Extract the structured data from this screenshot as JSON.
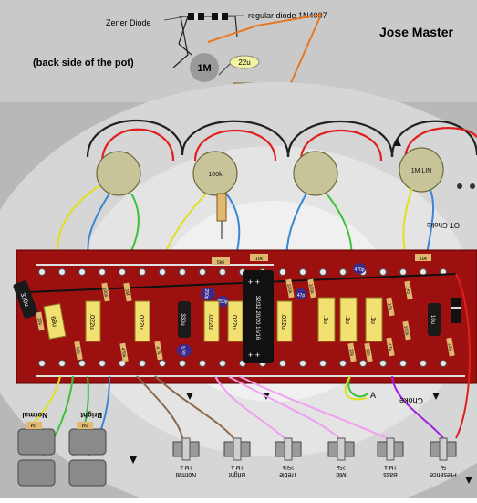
{
  "header": {
    "title": "Jose Master",
    "zener_label": "Zener Diode",
    "regular_diode_label": "regular diode 1N4007",
    "back_side_note": "(back side of the pot)",
    "pot_value": "1M",
    "cap_value": "22u",
    "resistor_value": "10k"
  },
  "pots": {
    "top": [
      {
        "label": ""
      },
      {
        "label": "100k"
      },
      {
        "label": ""
      },
      {
        "label": "1M LIN"
      }
    ],
    "ot_choke_label": "OT Choke"
  },
  "board": {
    "components": [
      {
        "label": "330u"
      },
      {
        "label": "68u"
      },
      {
        "label": "22k"
      },
      {
        "label": "68k"
      },
      {
        "label": ".022u"
      },
      {
        "label": "100k"
      },
      {
        "label": "1M"
      },
      {
        "label": "470k"
      },
      {
        "label": ".022u"
      },
      {
        "label": "4.7k"
      },
      {
        "label": "330u"
      },
      {
        "label": "250p"
      },
      {
        "label": "5k6"
      },
      {
        "label": "250p"
      },
      {
        "label": "5.5p"
      },
      {
        "label": ".022u"
      },
      {
        "label": ".022u"
      },
      {
        "label": "32/32 20/20 16/16"
      },
      {
        "label": "10k"
      },
      {
        "label": ".022u"
      },
      {
        "label": "100k"
      },
      {
        "label": "47p"
      },
      {
        "label": "100k"
      },
      {
        "label": ".1u"
      },
      {
        "label": ".1u"
      },
      {
        "label": ".1u"
      },
      {
        "label": "22k"
      },
      {
        "label": "22k"
      },
      {
        "label": "470p"
      },
      {
        "label": "10k"
      },
      {
        "label": "47k"
      },
      {
        "label": "10k"
      },
      {
        "label": "1k5"
      },
      {
        "label": "10u"
      },
      {
        "label": "100k"
      },
      {
        "label": "22k"
      }
    ]
  },
  "jacks": {
    "normal_label": "Normal",
    "bright_label": "Bright",
    "jack_value": "1M"
  },
  "bottom_pots": [
    {
      "label": "Normal",
      "value": "1M A"
    },
    {
      "label": "Bright",
      "value": "1M A"
    },
    {
      "label": "Treble",
      "value": "250k"
    },
    {
      "label": "Mid",
      "value": "25k"
    },
    {
      "label": "Bass",
      "value": "1M A"
    },
    {
      "label": "Presence",
      "value": "5k"
    }
  ],
  "markers": {
    "a_label": "A",
    "choke_label": "Choke"
  }
}
